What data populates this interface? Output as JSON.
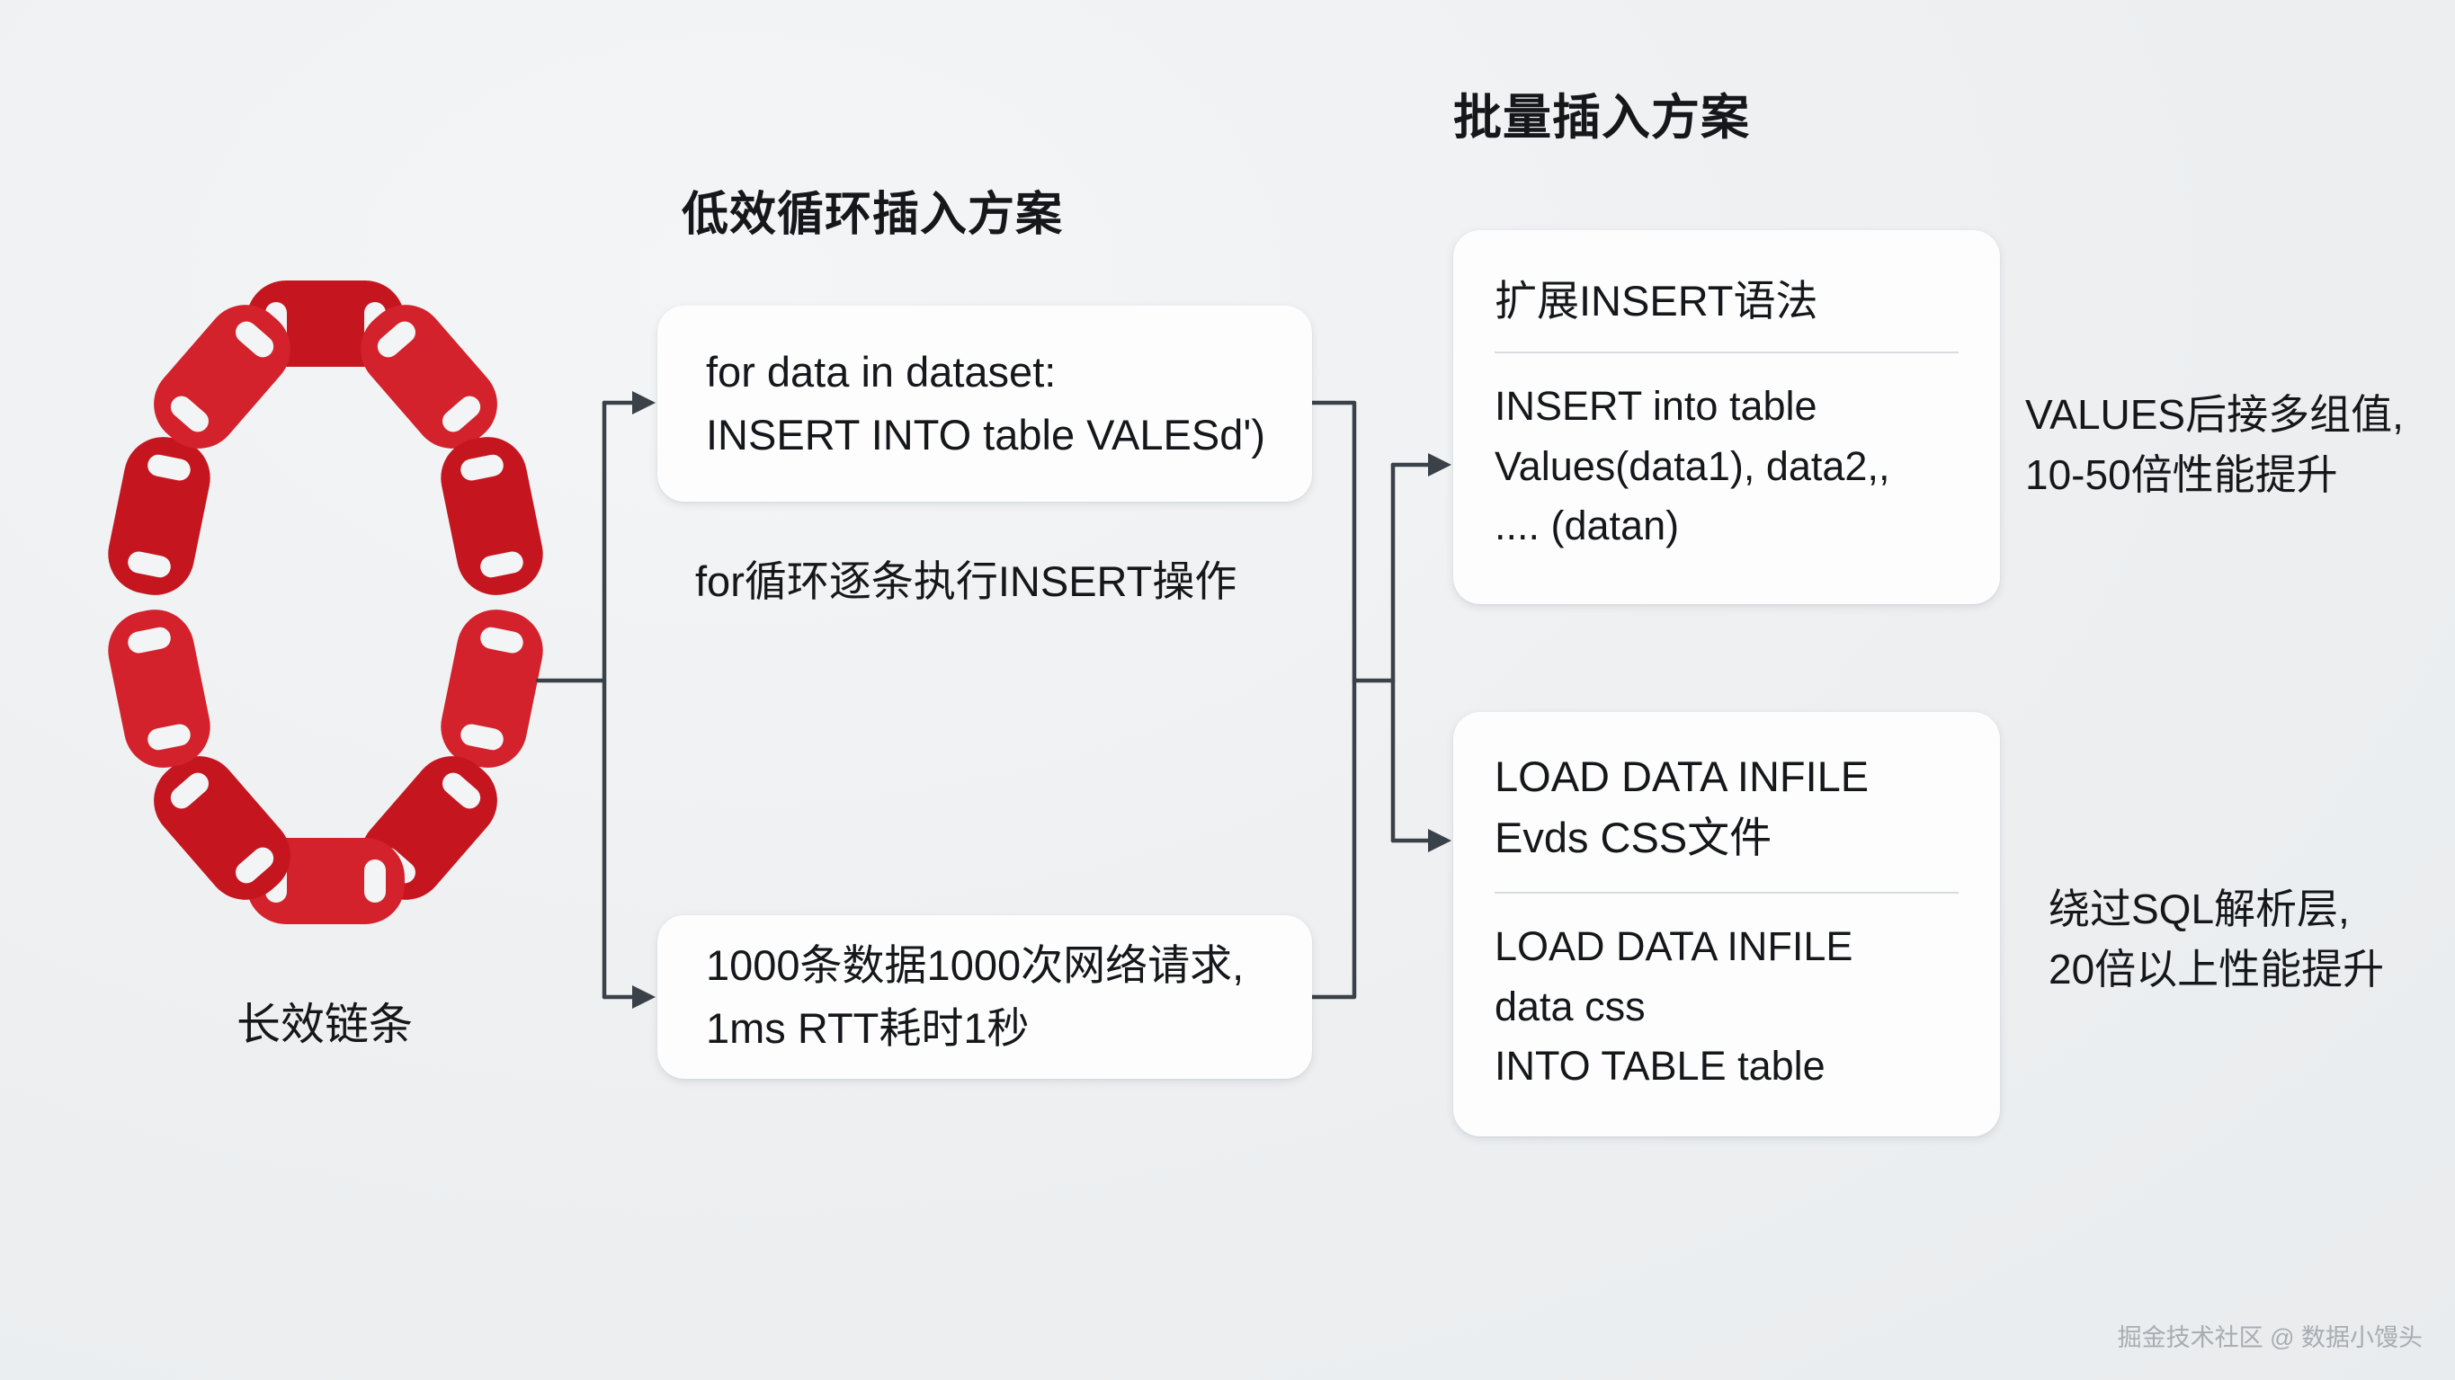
{
  "colors": {
    "accent_red": "#c5161f",
    "accent_red_light": "#d3222b",
    "connector": "#3a4148",
    "text": "#15171a",
    "card_bg": "#fdfdfe",
    "background": "#eef0f1"
  },
  "chain": {
    "label": "长效链条"
  },
  "left_flow": {
    "title": "低效循环插入方案",
    "code_box": {
      "line1": "for data in dataset:",
      "line2": "INSERT INTO table VALESd')"
    },
    "note": "for循环逐条执行INSERT操作",
    "cost_box": {
      "line1": "1000条数据1000次网络请求,",
      "line2": "1ms RTT耗时1秒"
    }
  },
  "right_flow": {
    "title": "批量插入方案",
    "insert_box": {
      "heading": "扩展INSERT语法",
      "line1": "INSERT into table",
      "line2": "Values(data1), data2,,",
      "line3": ".... (datan)"
    },
    "insert_note": {
      "line1": "VALUES后接多组值,",
      "line2": "10-50倍性能提升"
    },
    "load_box": {
      "heading1": "LOAD DATA INFILE",
      "heading2": "Evds CSS文件",
      "line1": "LOAD DATA INFILE",
      "line2": "data css",
      "line3": "INTO TABLE table"
    },
    "load_note": {
      "line1": "绕过SQL解析层,",
      "line2": "20倍以上性能提升"
    }
  },
  "watermark": "掘金技术社区 @ 数据小馒头"
}
